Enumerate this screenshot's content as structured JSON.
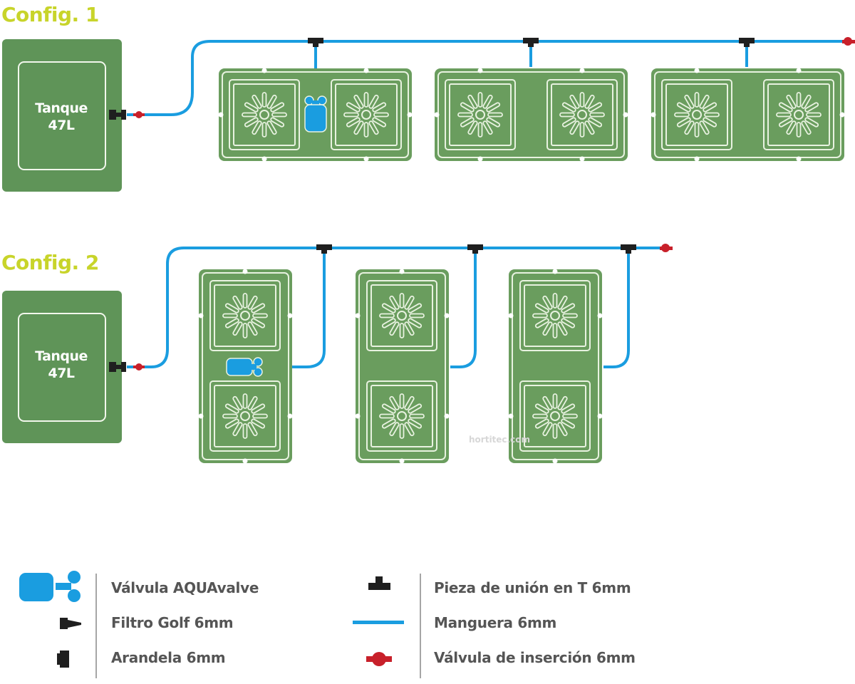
{
  "colors": {
    "config_title": "#c8d42a",
    "tank_green": "#5f9458",
    "tray_green": "#6a9d5e",
    "hose_blue": "#1a9de0",
    "valve_red": "#c8202a",
    "fitting_black": "#1f1f1f",
    "legend_text": "#555555"
  },
  "configs": [
    {
      "title": "Config. 1",
      "tank": {
        "line1": "Tanque",
        "line2": "47L"
      },
      "trays": 3,
      "tray_orientation": "horizontal",
      "t_junctions": 3,
      "aquavalves": 1
    },
    {
      "title": "Config. 2",
      "tank": {
        "line1": "Tanque",
        "line2": "47L"
      },
      "trays": 3,
      "tray_orientation": "vertical",
      "t_junctions": 3,
      "aquavalves": 1
    }
  ],
  "legend": {
    "left": [
      {
        "icon": "aquavalve-icon",
        "label": "Válvula AQUAvalve"
      },
      {
        "icon": "golf-filter-icon",
        "label": "Filtro Golf 6mm"
      },
      {
        "icon": "washer-icon",
        "label": "Arandela 6mm"
      }
    ],
    "right": [
      {
        "icon": "t-junction-icon",
        "label": "Pieza de unión en T 6mm"
      },
      {
        "icon": "hose-icon",
        "label": "Manguera 6mm"
      },
      {
        "icon": "insertion-valve-icon",
        "label": "Válvula de inserción 6mm"
      }
    ]
  },
  "watermark": "hortitec.com"
}
